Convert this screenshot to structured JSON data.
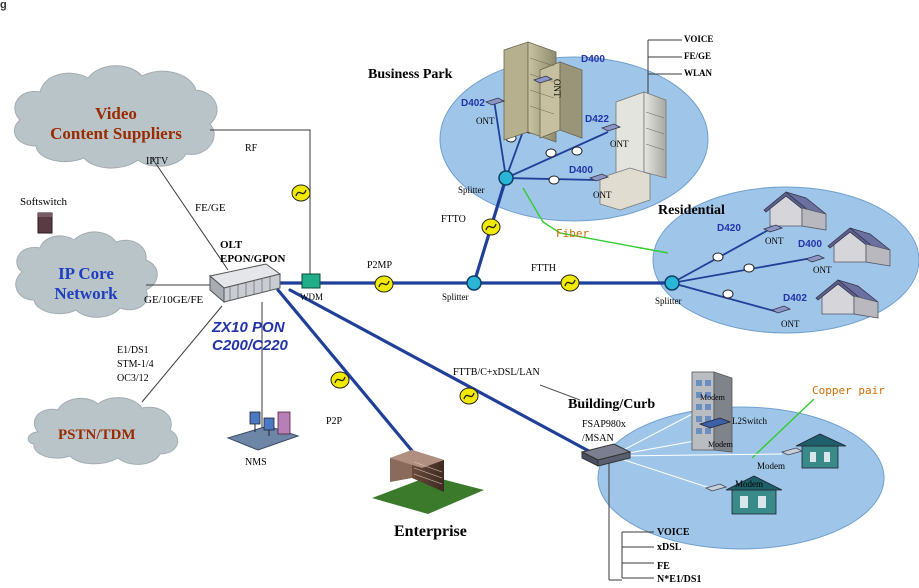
{
  "figure_label": "g",
  "clouds": {
    "video": "Video\nContent Suppliers",
    "ip_core": "IP Core\nNetwork",
    "pstn": "PSTN/TDM"
  },
  "labels": {
    "iptv": "IPTV",
    "rf": "RF",
    "fe_ge": "FE/GE",
    "softswitch": "Softswitch",
    "olt": "OLT",
    "epon_gpon": "EPON/GPON",
    "ge_10ge_fe": "GE/10GE/FE",
    "wdm": "WDM",
    "zx10_line1": "ZX10 PON",
    "zx10_line2": "C200/C220",
    "e1_ds1": "E1/DS1",
    "stm": "STM-1/4",
    "oc3": "OC3/12",
    "nms": "NMS",
    "p2mp": "P2MP",
    "p2p": "P2P",
    "ftto": "FTTO",
    "ftth": "FTTH",
    "fttb": "FTTB/C+xDSL/LAN",
    "splitter": "Splitter",
    "fiber": "Fiber",
    "copper_pair": "Copper pair",
    "enterprise": "Enterprise"
  },
  "business_park": {
    "title": "Business Park",
    "d400_top": "D400",
    "d402": "D402",
    "d422": "D422",
    "d400_bottom": "D400",
    "ont": "ONT",
    "services": [
      "VOICE",
      "FE/GE",
      "WLAN"
    ]
  },
  "residential": {
    "title": "Residential",
    "d420": "D420",
    "d400": "D400",
    "d402": "D402",
    "ont": "ONT"
  },
  "building": {
    "title": "Building/Curb",
    "fsap_line1": "FSAP980x",
    "fsap_line2": "/MSAN",
    "modem": "Modem",
    "l2switch": "L2Switch",
    "services": [
      "VOICE",
      "xDSL",
      "FE",
      "N*E1/DS1"
    ]
  },
  "colors": {
    "cloud": "#b9c4c9",
    "ellipse": "#9fc6e8",
    "fiber_blue": "#1f3f99",
    "thin_line": "#3a3a3a",
    "splitter_fill": "#2ab5d6",
    "fiber_label": "#d26a00",
    "green_line": "#33cc33",
    "coupler": "#f1e900",
    "zx10_text": "#2233aa",
    "cloud_text_red": "#9a2a00",
    "cloud_text_blue": "#1f3fbf"
  }
}
